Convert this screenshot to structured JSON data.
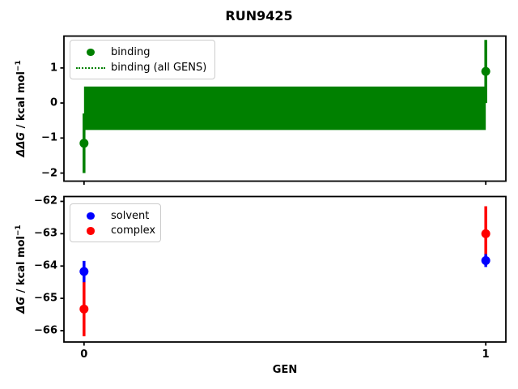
{
  "title": "RUN9425",
  "xlabel": "GEN",
  "colors": {
    "binding": "#008000",
    "band": "#008000",
    "solvent": "#0000ff",
    "complex": "#ff0000",
    "frame": "#000000"
  },
  "chart_data": [
    {
      "type": "scatter",
      "panel": "top",
      "x": [
        0,
        1
      ],
      "xticks": [
        0,
        1
      ],
      "xticklabels": [],
      "xlim": [
        -0.05,
        1.05
      ],
      "ylim": [
        -2.23,
        1.91
      ],
      "yticks": [
        1,
        0,
        -1,
        -2
      ],
      "ylabel": {
        "sym": "ΔΔG",
        "unit": " / kcal mol",
        "sup": "−1"
      },
      "series": [
        {
          "name": "binding",
          "color": "#008000",
          "y": [
            -1.15,
            0.9
          ],
          "yerr": [
            0.85,
            0.9
          ]
        }
      ],
      "band": {
        "name": "binding (all GENS)",
        "color": "#008000",
        "center": -0.15,
        "lo": -0.77,
        "hi": 0.47,
        "x": [
          0,
          1
        ],
        "line_style": "dotted"
      },
      "legend_labels": [
        "binding",
        "binding (all GENS)"
      ],
      "legend_position": "upper left"
    },
    {
      "type": "scatter",
      "panel": "bottom",
      "x": [
        0,
        1
      ],
      "xticks": [
        0,
        1
      ],
      "xticklabels": [
        "0",
        "1"
      ],
      "xlim": [
        -0.05,
        1.05
      ],
      "ylim": [
        -66.35,
        -61.85
      ],
      "yticks": [
        -62,
        -63,
        -64,
        -65,
        -66
      ],
      "ylabel": {
        "sym": "ΔG",
        "unit": " / kcal mol",
        "sup": "−1"
      },
      "xlabel": "GEN",
      "series": [
        {
          "name": "complex",
          "color": "#ff0000",
          "y": [
            -65.33,
            -63.0
          ],
          "yerr": [
            0.84,
            0.85
          ]
        },
        {
          "name": "solvent",
          "color": "#0000ff",
          "y": [
            -64.17,
            -63.83
          ],
          "yerr": [
            0.33,
            0.2
          ]
        }
      ],
      "legend_labels": [
        "solvent",
        "complex"
      ],
      "legend_position": "upper left"
    }
  ]
}
